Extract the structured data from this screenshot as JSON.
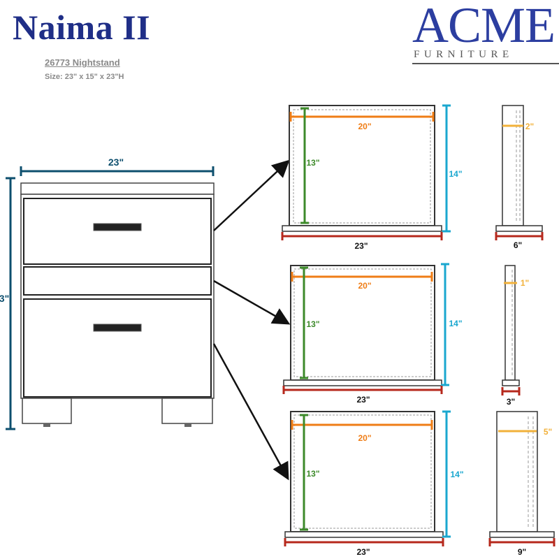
{
  "header": {
    "title": "Naima II",
    "model": "26773 Nightstand",
    "size": "Size: 23\" x 15\" x 23\"H",
    "brand": "ACME",
    "brand_sub": "FURNITURE"
  },
  "main_view": {
    "width_label": "23\"",
    "height_label": "3\""
  },
  "drawers": [
    {
      "width_label": "20\"",
      "height_label": "13\"",
      "outer_height_label": "14\"",
      "base_width_label": "23\"",
      "side_inner_label": "2\"",
      "side_base_label": "6\""
    },
    {
      "width_label": "20\"",
      "height_label": "13\"",
      "outer_height_label": "14\"",
      "base_width_label": "23\"",
      "side_inner_label": "1\"",
      "side_base_label": "3\""
    },
    {
      "width_label": "20\"",
      "height_label": "13\"",
      "outer_height_label": "14\"",
      "base_width_label": "23\"",
      "side_inner_label": "5\"",
      "side_base_label": "9\""
    }
  ],
  "colors": {
    "title": "#1f2e87",
    "teal": "#0d4f6e",
    "orange": "#ef7d16",
    "green": "#3d8a2a",
    "cyan": "#1aa7cf",
    "red": "#b6281c",
    "yellow": "#f2b13a",
    "grey": "#8a8a8a"
  }
}
